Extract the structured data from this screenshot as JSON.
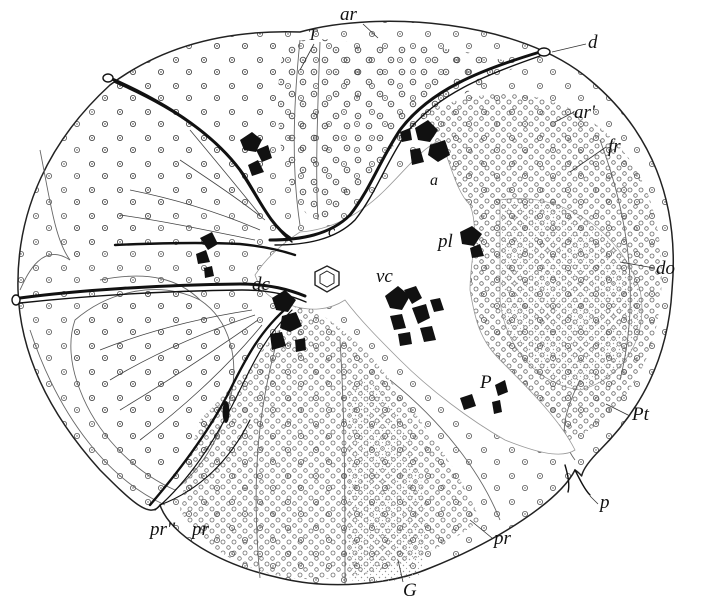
{
  "labels": {
    "ar": "ar",
    "d": "d",
    "ar_prime": "ar'",
    "fr": "fr",
    "T": "T",
    "a": "a",
    "pl": "pl",
    "c": "c",
    "dc": "dc",
    "vc": "vc",
    "do": "do",
    "P": "P",
    "Pt": "Pt",
    "p": "p",
    "pr_right": "pr",
    "pr_left": "pr",
    "pr_double": "pr''",
    "G": "G"
  },
  "colors": {
    "ink": "#111111",
    "grey_matter": "#ffffff",
    "white_matter": "#f7f7f7",
    "dots": "#555555"
  }
}
